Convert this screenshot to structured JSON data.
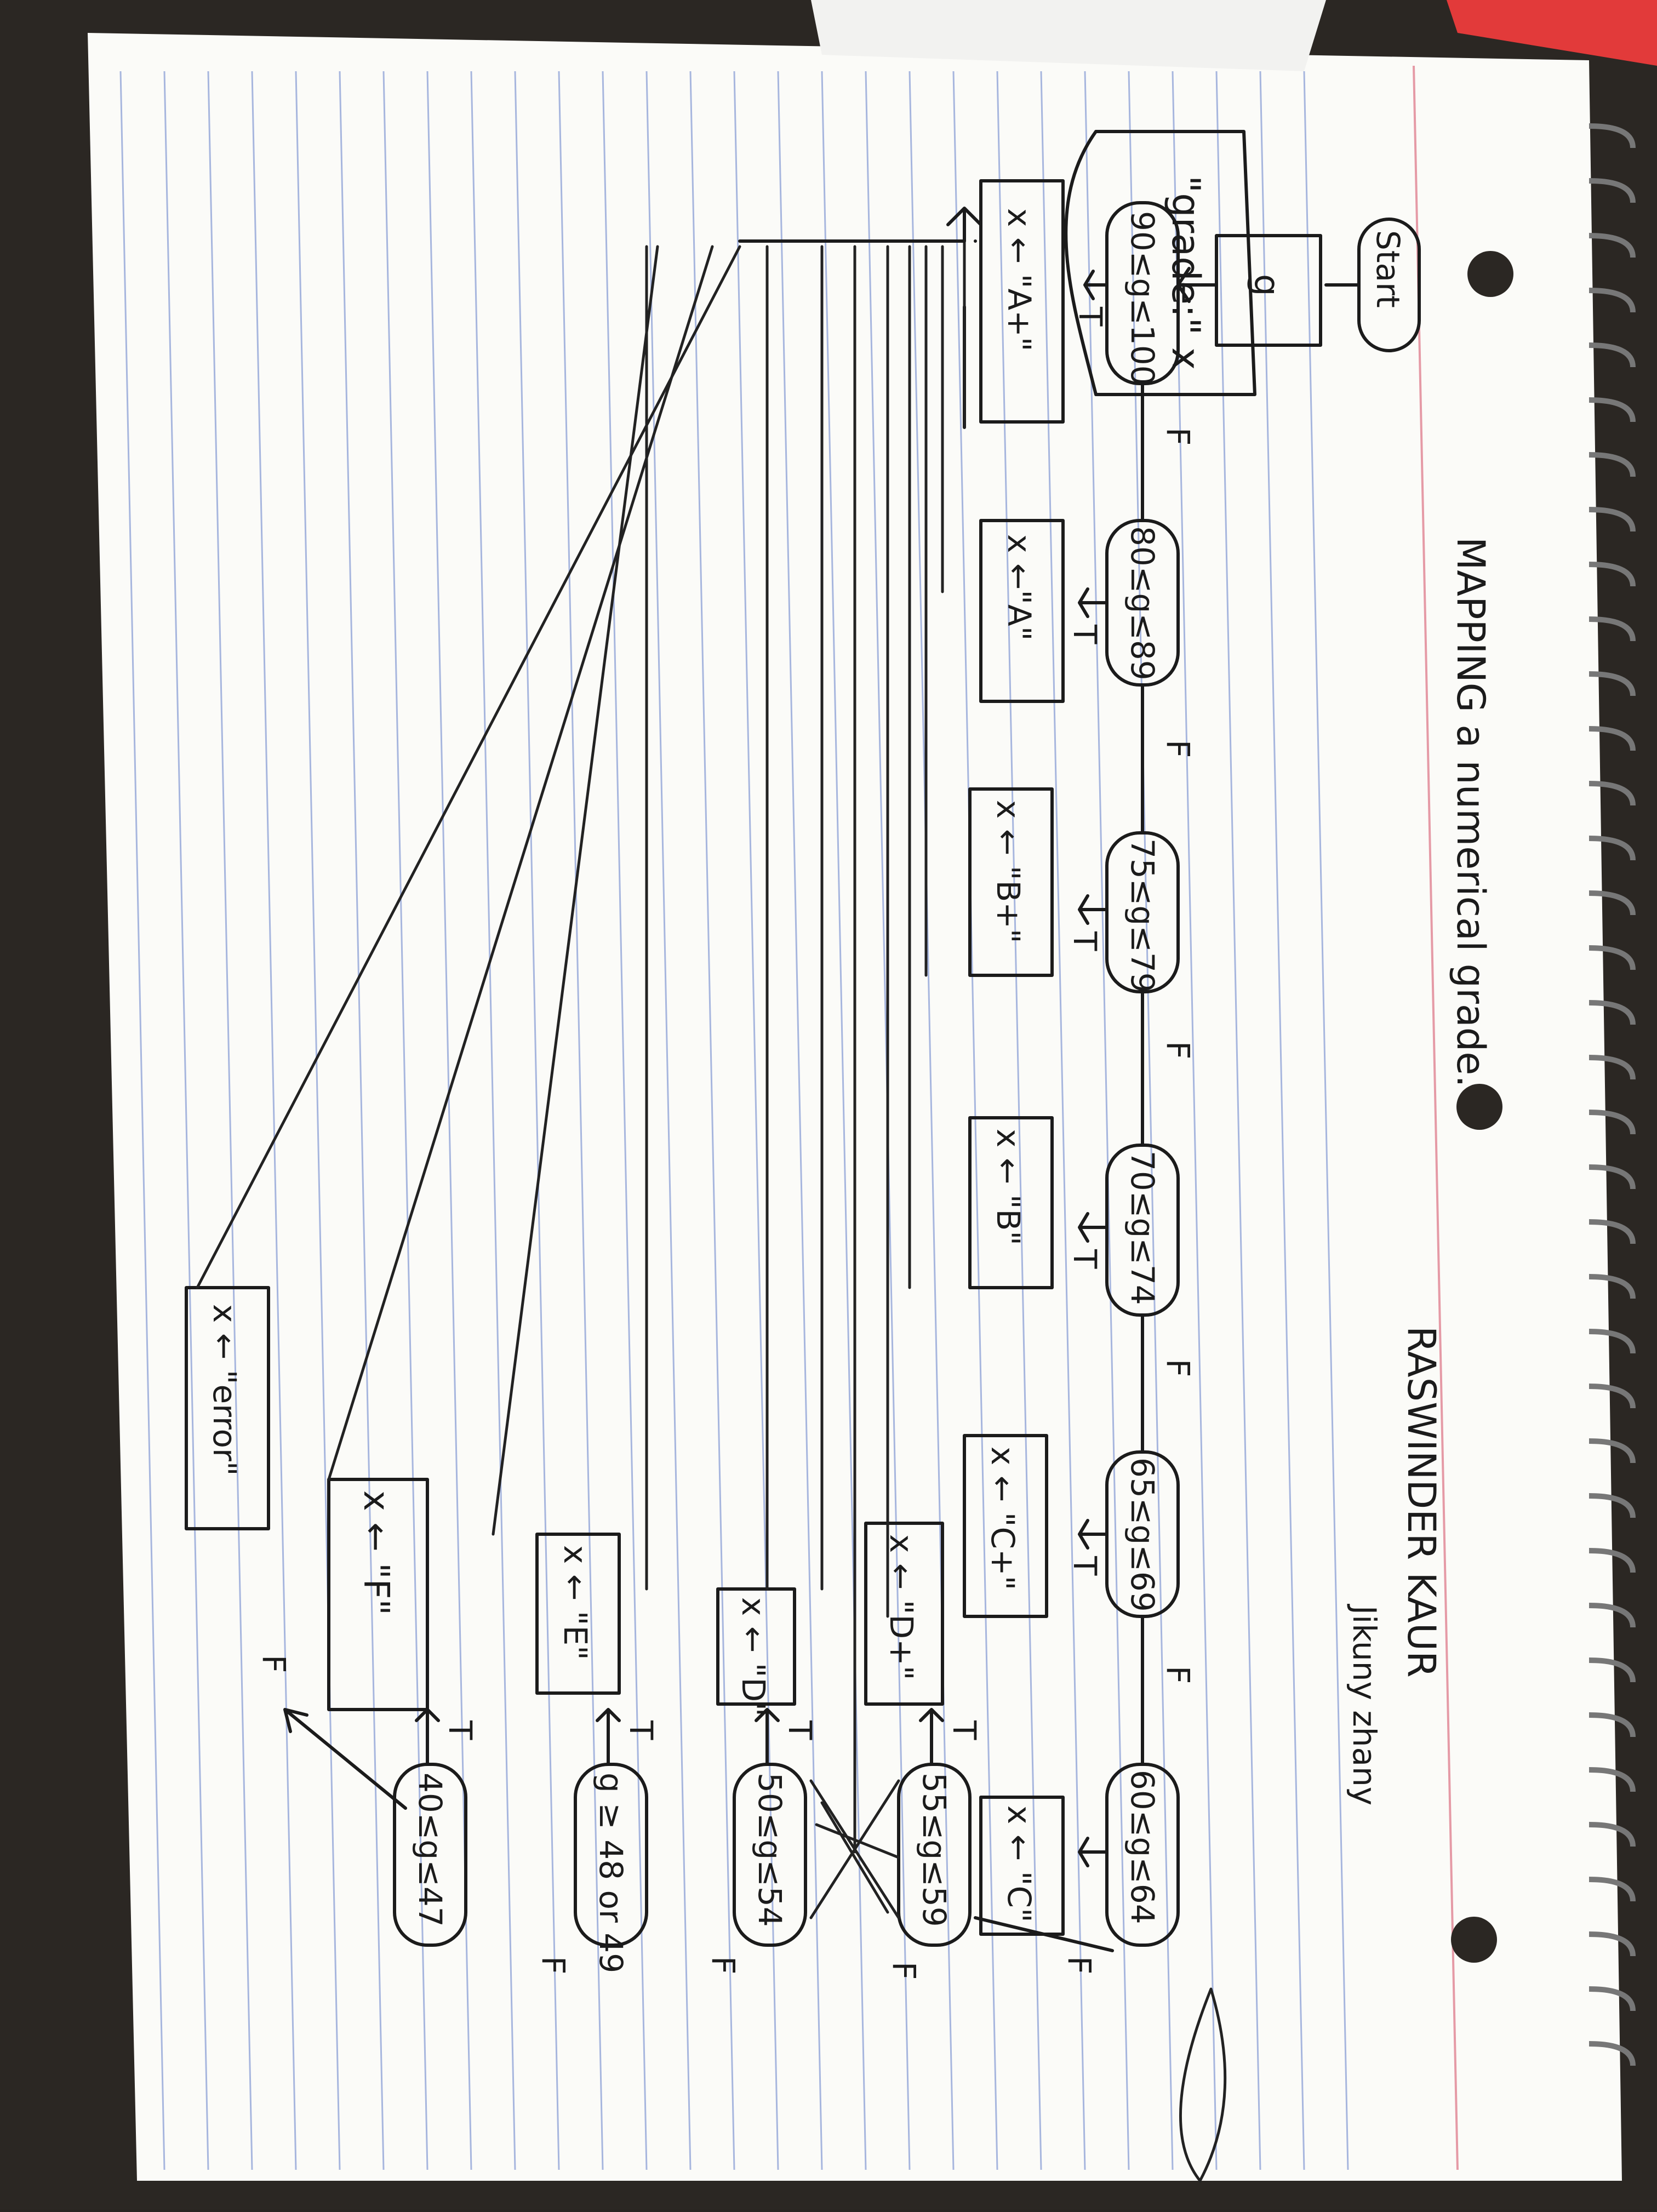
{
  "diagram": {
    "title": "MAPPING a numerical grade.",
    "author": "RASWINDER KAUR",
    "coauthor": "Jikuny zhany",
    "nodes": {
      "start": "Start",
      "input": "g",
      "cond_1": "90≤g≤100",
      "act_1": "x ← \"A+\"",
      "cond_2": "80≤g≤89",
      "act_2": "x ←\"A\"",
      "cond_3": "75≤g≤79",
      "act_3": "x ← \"B+\"",
      "cond_4": "70≤g≤74",
      "act_4": "x ← \"B\"",
      "cond_5": "65≤g≤69",
      "act_5": "x ← \"C+\"",
      "cond_6": "60≤g≤64",
      "act_6": "x ← \"C\"",
      "cond_7": "55≤g≤59",
      "act_7": "x ← \"D+\"",
      "cond_8": "50≤g≤54",
      "act_8": "x ← \"D\"",
      "cond_9": "g ≥ 48 or 49",
      "act_9": "x ← \"E\"",
      "cond_10": "40≤g≤47",
      "act_10": "x ← \"F\"",
      "act_error": "x ← \"error\"",
      "output": "\"grade:\" x"
    },
    "edge_labels": {
      "true": "T",
      "false": "F"
    }
  }
}
